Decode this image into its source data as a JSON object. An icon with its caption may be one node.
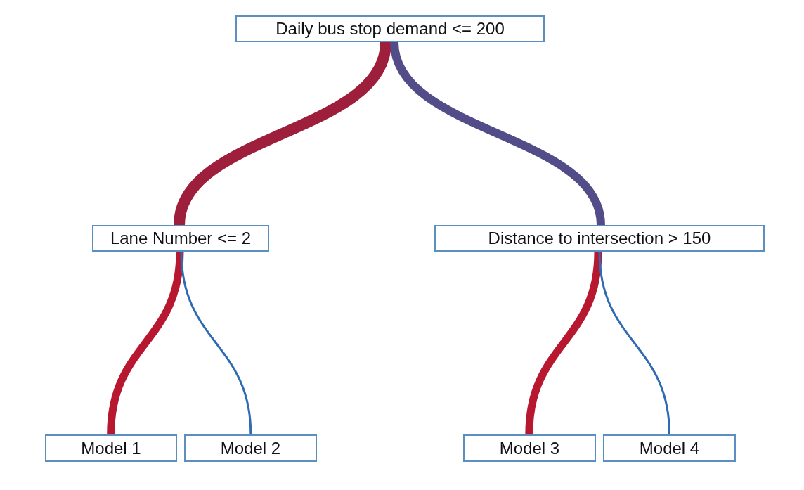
{
  "diagram": {
    "nodes": [
      {
        "text": [
          "Daily bus stop demand <= 200"
        ]
      },
      {
        "text": [
          "Lane Number <= 2"
        ]
      },
      {
        "text": [
          "Distance to intersection > 150"
        ]
      },
      {
        "text": [
          "Model 1"
        ]
      },
      {
        "text": [
          "Model 2"
        ]
      },
      {
        "text": [
          "Model 3"
        ]
      },
      {
        "text": [
          "Model 4"
        ]
      }
    ],
    "edges": [
      {
        "from": 0,
        "to": 1,
        "arrow": "none",
        "color": "#9e1f3c"
      },
      {
        "from": 0,
        "to": 2,
        "arrow": "none",
        "color": "#524c88"
      },
      {
        "from": 1,
        "to": 3,
        "arrow": "none",
        "color": "#b8182f"
      },
      {
        "from": 1,
        "to": 4,
        "arrow": "none",
        "color": "#2e6bb3"
      },
      {
        "from": 2,
        "to": 5,
        "arrow": "none",
        "color": "#b8182f"
      },
      {
        "from": 2,
        "to": 6,
        "arrow": "none",
        "color": "#2e6bb3"
      }
    ]
  }
}
